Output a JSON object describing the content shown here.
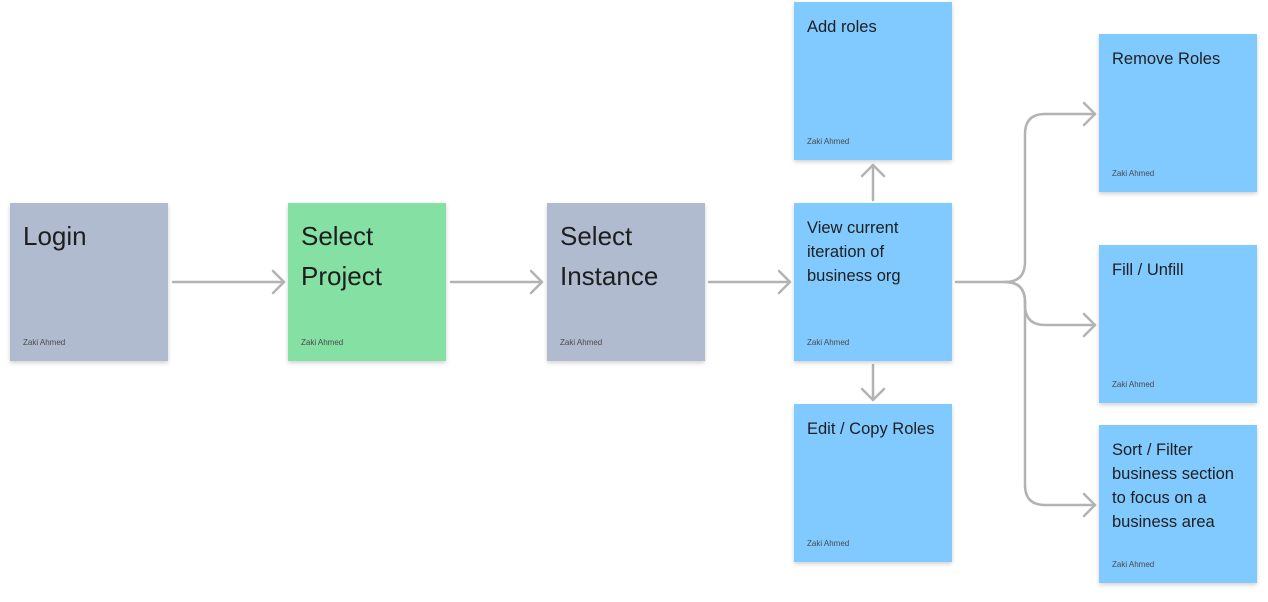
{
  "board": {
    "colors": {
      "gray": "#b1bbd0",
      "green": "#85e0a3",
      "blue": "#80caff",
      "connector": "#b3b3b3"
    },
    "stickies": {
      "login": {
        "title": "Login",
        "author": "Zaki Ahmed"
      },
      "select_project": {
        "title": "Select\nProject",
        "author": "Zaki Ahmed"
      },
      "select_instance": {
        "title": "Select\nInstance",
        "author": "Zaki Ahmed"
      },
      "view_current": {
        "title": "View current\niteration of\nbusiness org",
        "author": "Zaki Ahmed"
      },
      "add_roles": {
        "title": "Add roles",
        "author": "Zaki Ahmed"
      },
      "edit_copy_roles": {
        "title": "Edit / Copy Roles",
        "author": "Zaki Ahmed"
      },
      "remove_roles": {
        "title": "Remove Roles",
        "author": "Zaki Ahmed"
      },
      "fill_unfill": {
        "title": "Fill / Unfill",
        "author": "Zaki Ahmed"
      },
      "sort_filter": {
        "title": "Sort / Filter\nbusiness section\nto focus on a\nbusiness area",
        "author": "Zaki Ahmed"
      }
    }
  }
}
